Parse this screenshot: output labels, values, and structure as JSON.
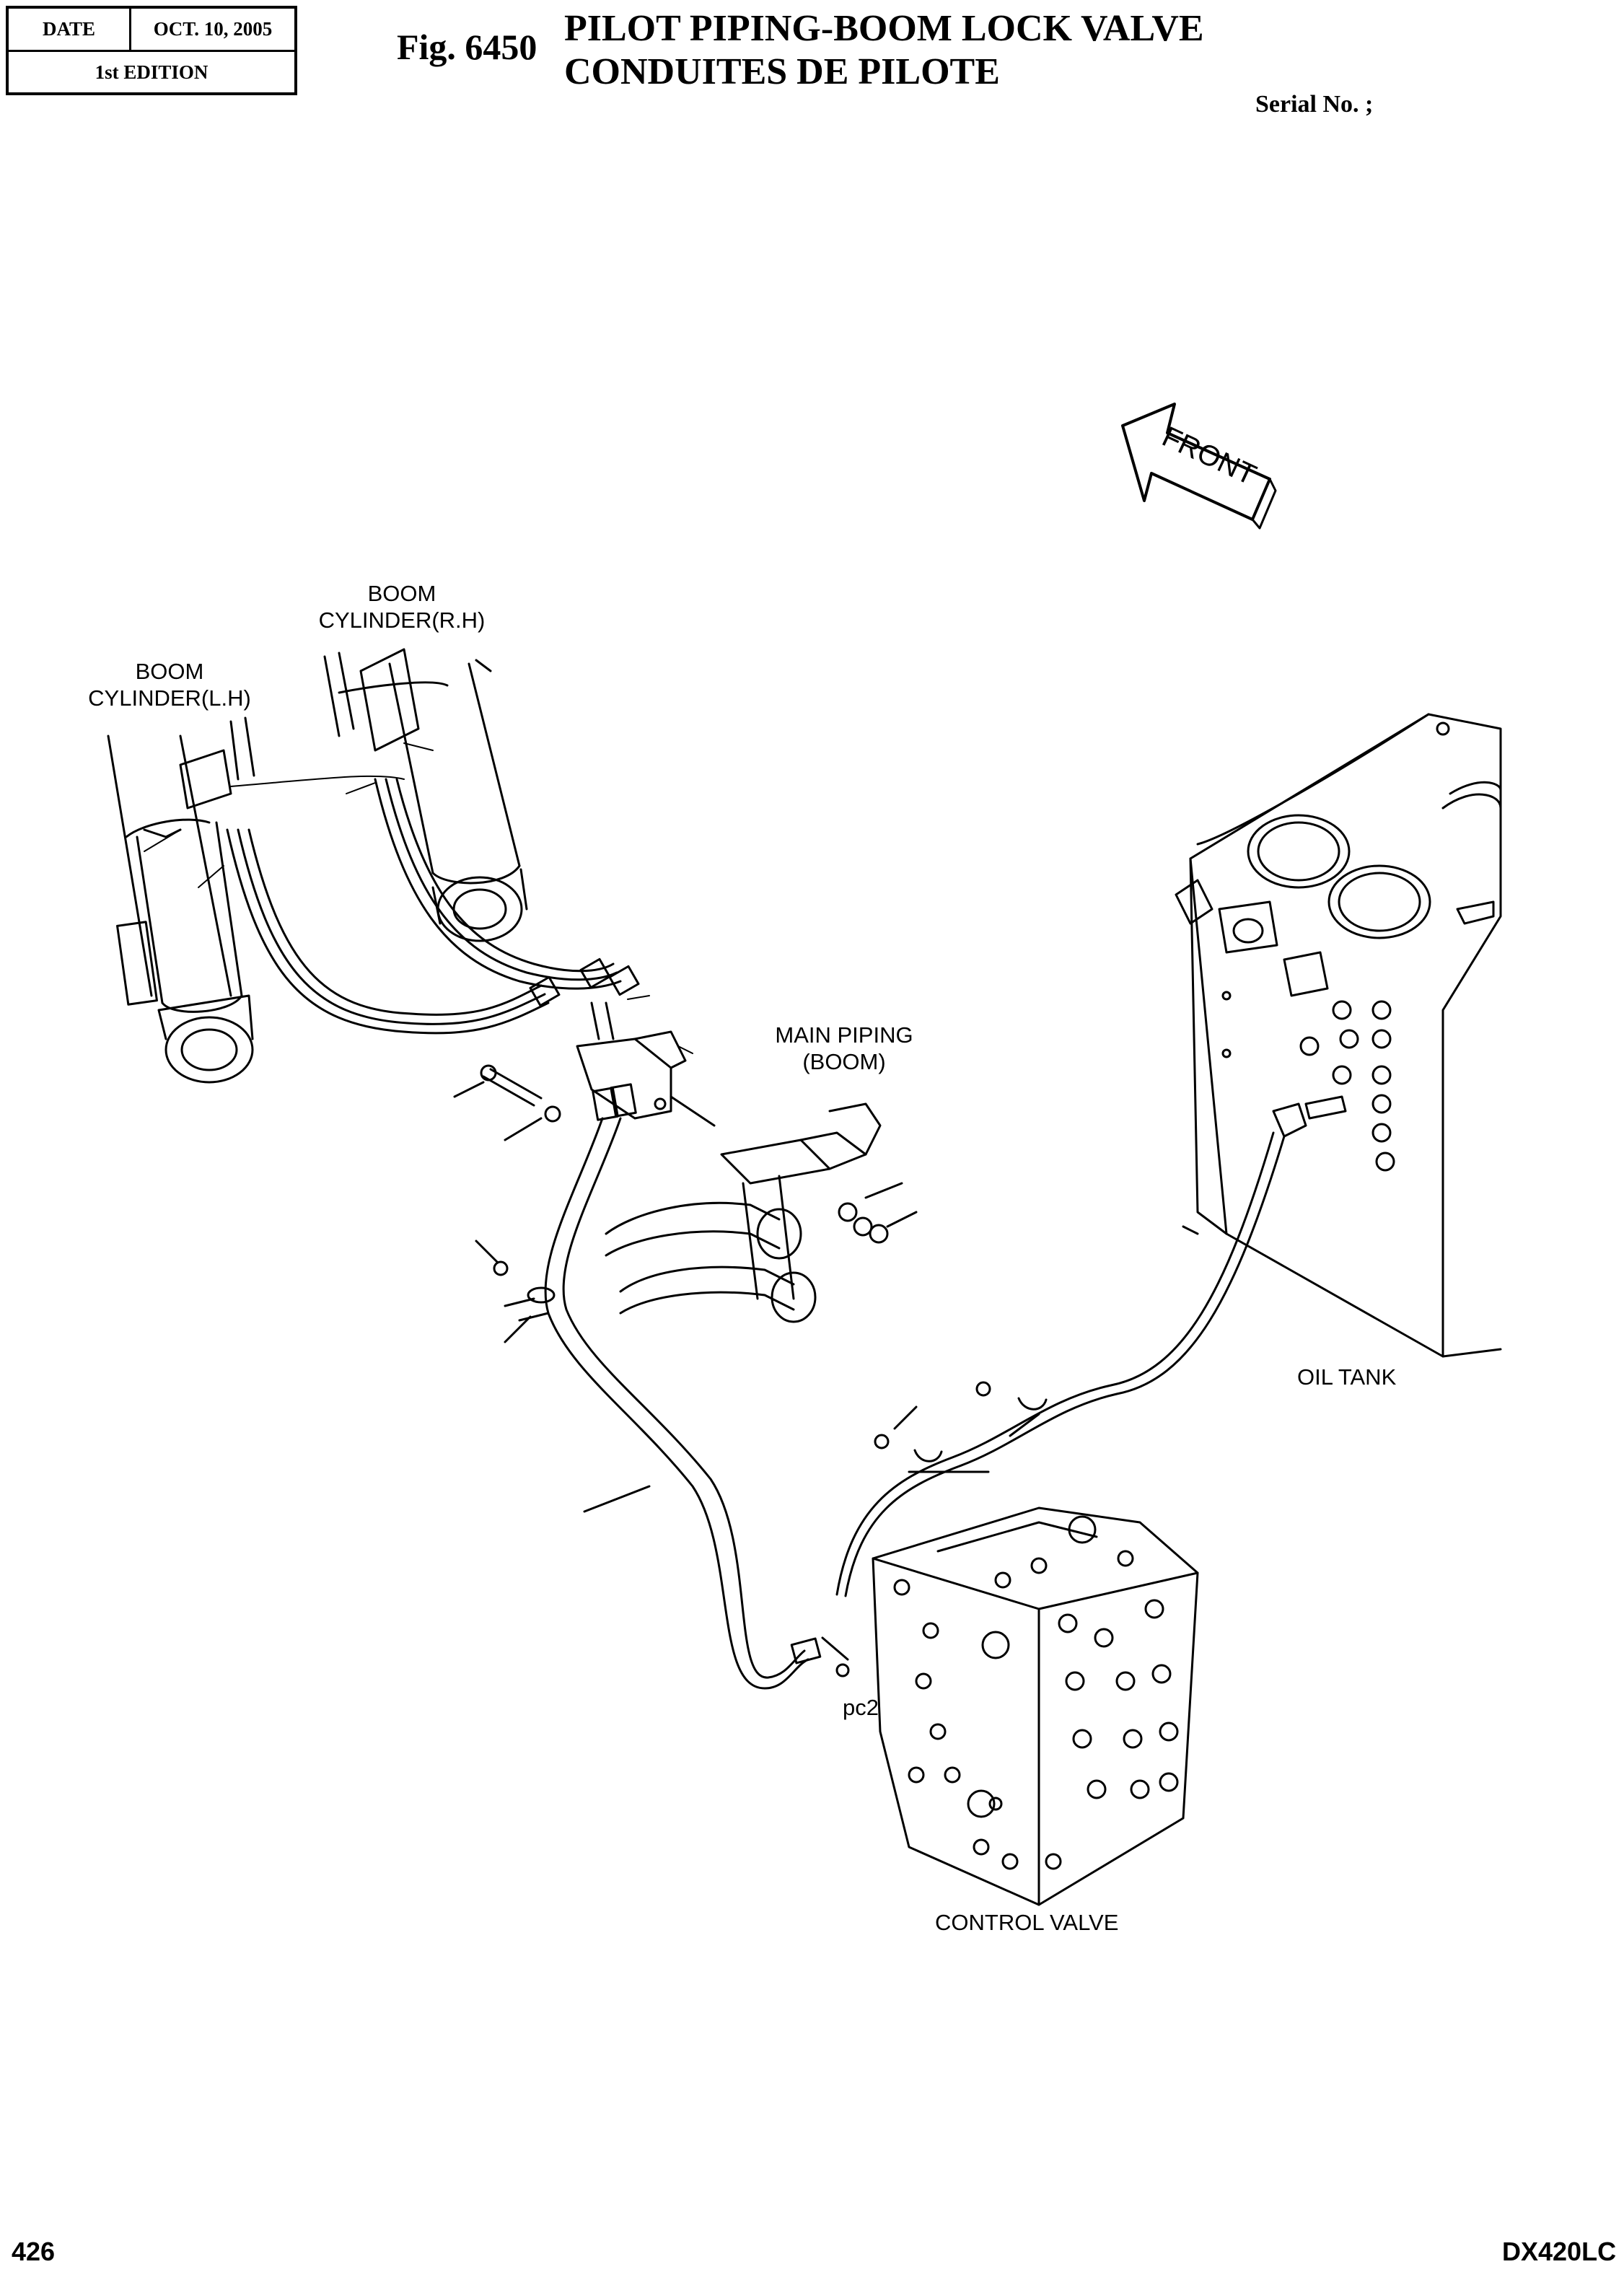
{
  "header": {
    "date_label": "DATE",
    "date_value": "OCT. 10, 2005",
    "edition": "1st EDITION",
    "figure": "Fig. 6450",
    "title_en": "PILOT PIPING-BOOM LOCK VALVE",
    "title_fr": "CONDUITES DE PILOTE",
    "serial": "Serial No. ;"
  },
  "labels": {
    "boom_rh_1": "BOOM",
    "boom_rh_2": "CYLINDER(R.H)",
    "boom_lh_1": "BOOM",
    "boom_lh_2": "CYLINDER(L.H)",
    "main_piping_1": "MAIN PIPING",
    "main_piping_2": "(BOOM)",
    "oil_tank": "OIL TANK",
    "pc2": "pc2",
    "control_valve": "CONTROL VALVE",
    "front": "FRONT"
  },
  "footer": {
    "page": "426",
    "model": "DX420LC"
  }
}
